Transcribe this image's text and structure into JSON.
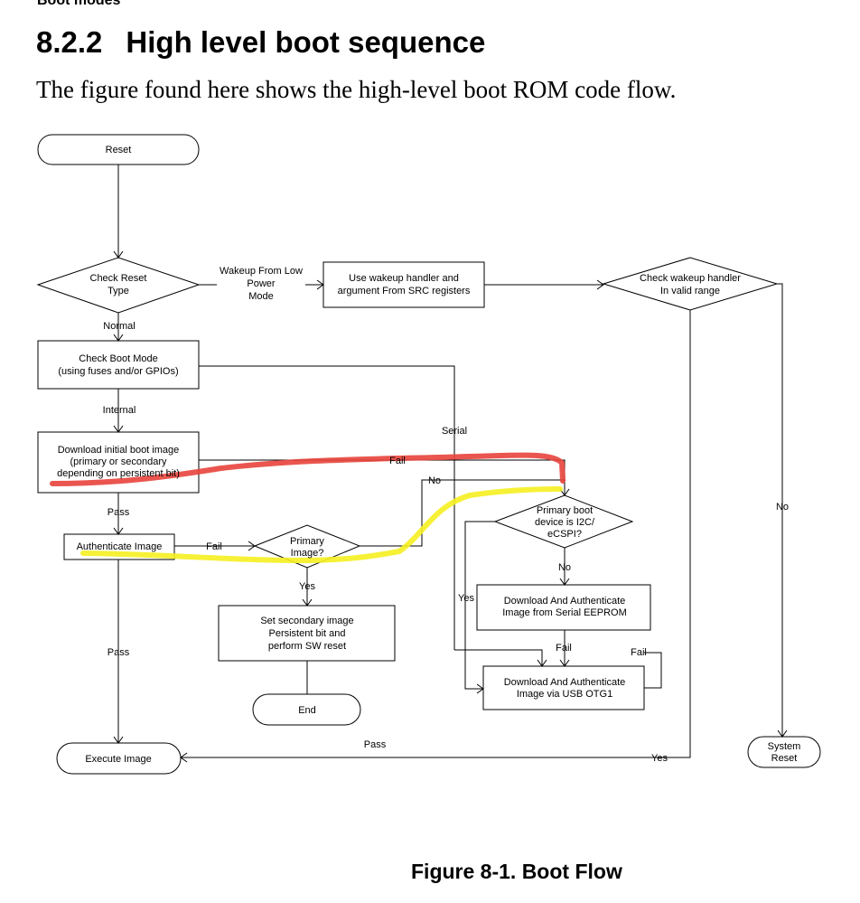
{
  "section_header": "Boot modes",
  "heading": {
    "number": "8.2.2",
    "title": "High level boot sequence"
  },
  "intro": "The figure found here shows the high-level boot ROM code flow.",
  "caption": "Figure 8-1. Boot Flow",
  "flowchart": {
    "nodes": {
      "reset": [
        "Reset"
      ],
      "check_reset_type": [
        "Check Reset",
        "Type"
      ],
      "wakeup_handler": [
        "Use wakeup handler and",
        "argument From SRC registers"
      ],
      "check_wakeup": [
        "Check wakeup handler",
        "In valid range"
      ],
      "check_boot_mode": [
        "Check Boot Mode",
        "(using fuses and/or GPIOs)"
      ],
      "download_initial": [
        "Download initial boot image",
        "(primary or secondary",
        "depending on persistent bit)"
      ],
      "authenticate": [
        "Authenticate Image"
      ],
      "primary_image": [
        "Primary",
        "Image?"
      ],
      "primary_boot_device": [
        "Primary boot",
        "device is I2C/",
        "eCSPI?"
      ],
      "serial_eeprom": [
        "Download And Authenticate",
        "Image from Serial EEPROM"
      ],
      "set_secondary": [
        "Set secondary image",
        "Persistent bit and",
        "perform SW reset"
      ],
      "end": [
        "End"
      ],
      "usb_otg": [
        "Download And Authenticate",
        "Image via USB OTG1"
      ],
      "execute": [
        "Execute Image"
      ],
      "system_reset": [
        "System",
        "Reset"
      ]
    },
    "edge_labels": {
      "wakeup_from_low_power": [
        "Wakeup From Low",
        "Power",
        "Mode"
      ],
      "normal": "Normal",
      "internal": "Internal",
      "serial": "Serial",
      "fail_download": "Fail",
      "no_primary": "No",
      "pass_download": "Pass",
      "fail_auth": "Fail",
      "yes_primary": "Yes",
      "pass_auth": "Pass",
      "yes_serial": "Yes",
      "no_boot_device": "No",
      "fail_eeprom": "Fail",
      "fail_usb": "Fail",
      "pass_bottom": "Pass",
      "yes_wakeup": "Yes",
      "no_wakeup": "No"
    },
    "highlights": {
      "red": "#e8443c",
      "yellow": "#f5f020"
    }
  }
}
